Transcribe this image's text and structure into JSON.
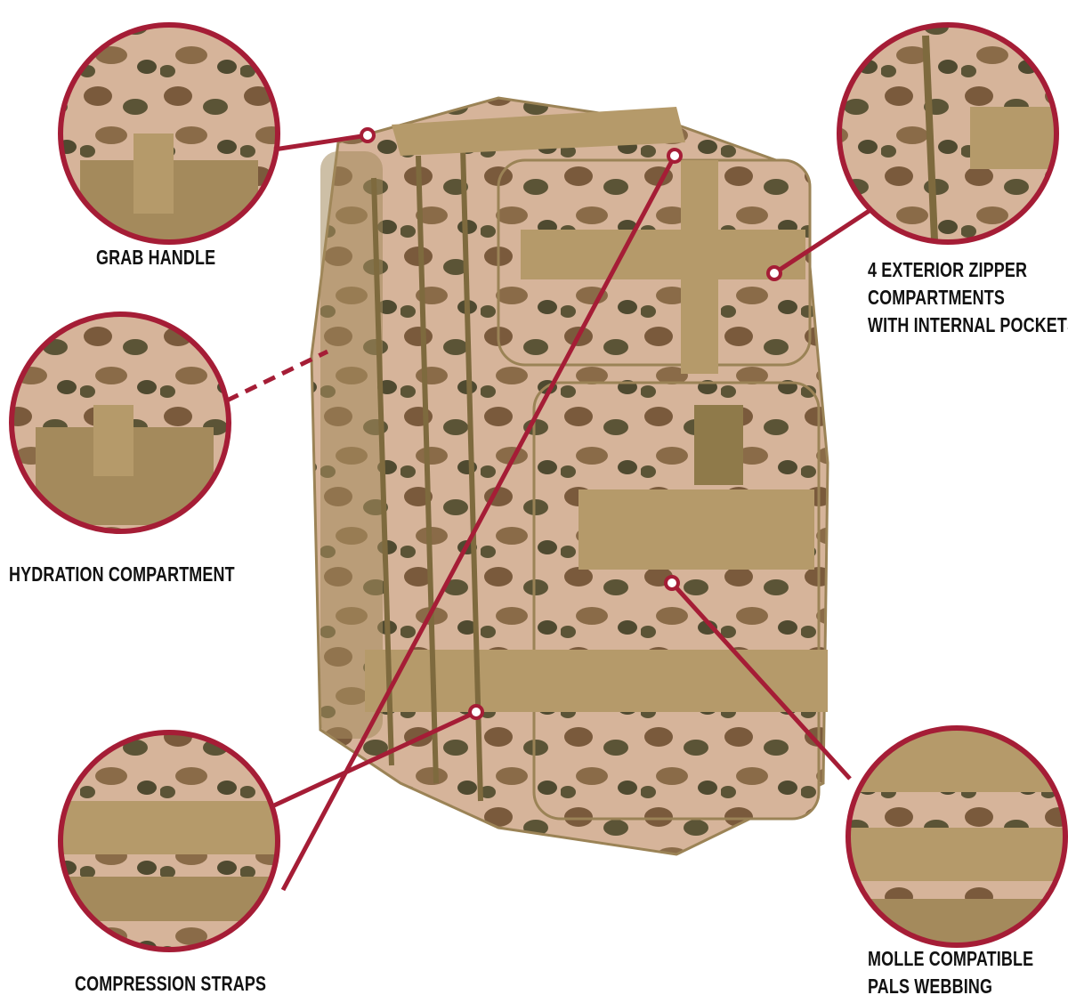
{
  "callouts": [
    {
      "label": "GRAB HANDLE"
    },
    {
      "label": "HYDRATION COMPARTMENT"
    },
    {
      "label": "COMPRESSION STRAPS"
    },
    {
      "label_lines": [
        "4 EXTERIOR ZIPPER",
        "COMPARTMENTS",
        "WITH INTERNAL POCKETS"
      ]
    },
    {
      "label_lines": [
        "MOLLE COMPATIBLE",
        "PALS WEBBING"
      ]
    }
  ],
  "colors": {
    "accent": "#a51d36",
    "coyote": "#b59a6a",
    "camo_dark": "#5b5436",
    "camo_brown": "#7a5a3c",
    "camo_tan": "#d9b89c"
  }
}
